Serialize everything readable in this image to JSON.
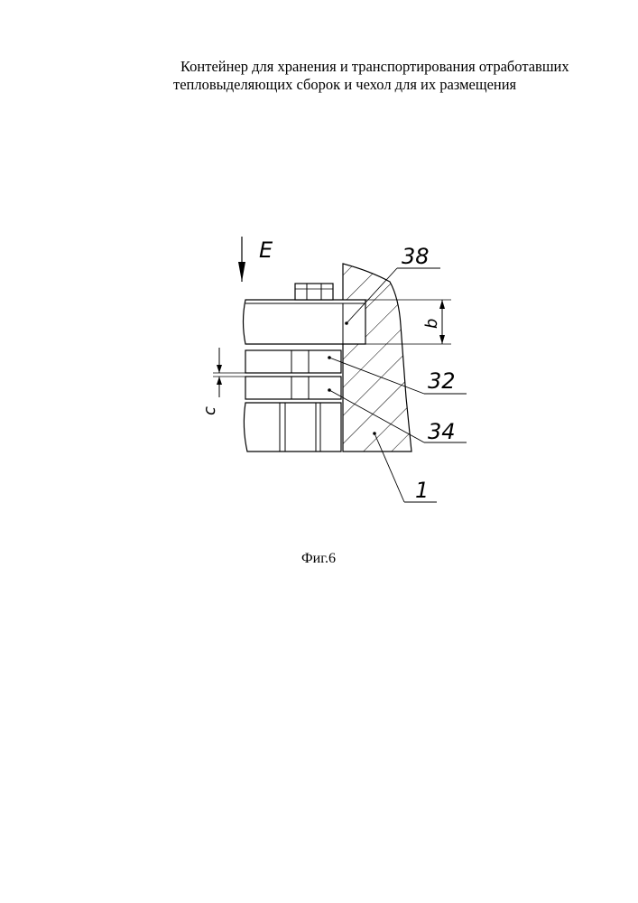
{
  "title": {
    "line1": "Контейнер для хранения и транспортирования отработавших",
    "line2": "тепловыделяющих сборок и чехол для их размещения"
  },
  "figure": {
    "view_label": "E",
    "callouts": [
      "38",
      "32",
      "34",
      "1"
    ],
    "dimension_b": "b",
    "dimension_c": "c",
    "caption": "Фиг.6"
  }
}
